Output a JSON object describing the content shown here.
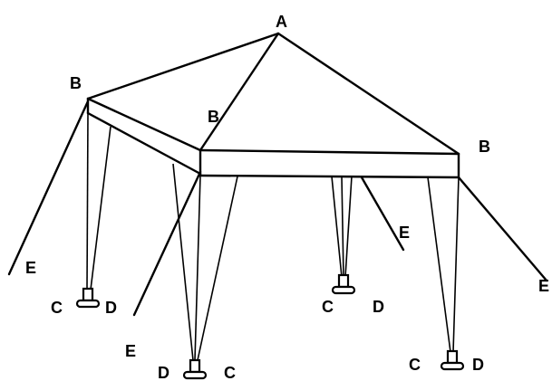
{
  "labels": {
    "apex": "A",
    "corner_left": "B",
    "corner_front": "B",
    "corner_right": "B",
    "guy_left": "E",
    "guy_front": "E",
    "guy_back": "E",
    "guy_right": "E",
    "foot_left_c": "C",
    "foot_left_d": "D",
    "foot_front_d": "D",
    "foot_front_c": "C",
    "foot_back_c": "C",
    "foot_back_d": "D",
    "foot_right_c": "C",
    "foot_right_d": "D"
  }
}
